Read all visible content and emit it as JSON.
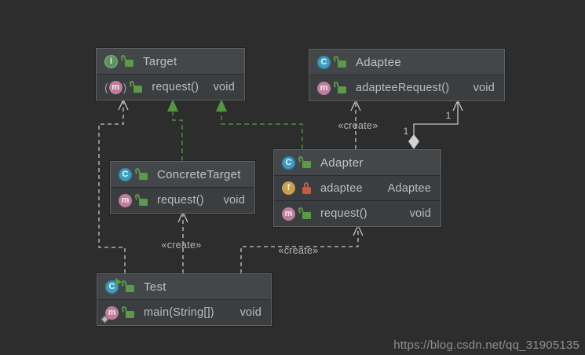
{
  "colors": {
    "background": "#2d2d2d",
    "box_fill": "#3a3e40",
    "box_header_fill": "#43474a",
    "box_border": "#606466",
    "implements_edge_green": "#4f8f3c",
    "dependency_edge_gray": "#c6c6c6",
    "text": "#bdc1c4"
  },
  "classes": {
    "target": {
      "icon": "interface-icon",
      "icon_letter": "I",
      "name": "Target",
      "members": [
        {
          "icon": "abstract-method-icon",
          "icon_letter": "m",
          "visibility": "public",
          "name": "request()",
          "type": "void"
        }
      ]
    },
    "adaptee": {
      "icon": "class-icon",
      "icon_letter": "C",
      "name": "Adaptee",
      "members": [
        {
          "icon": "method-icon",
          "icon_letter": "m",
          "visibility": "public",
          "name": "adapteeRequest()",
          "type": "void"
        }
      ]
    },
    "concrete_target": {
      "icon": "class-icon",
      "icon_letter": "C",
      "name": "ConcreteTarget",
      "members": [
        {
          "icon": "method-icon",
          "icon_letter": "m",
          "visibility": "public",
          "name": "request()",
          "type": "void"
        }
      ]
    },
    "adapter": {
      "icon": "class-icon",
      "icon_letter": "C",
      "name": "Adapter",
      "fields": [
        {
          "icon": "field-icon",
          "icon_letter": "f",
          "visibility": "private",
          "name": "adaptee",
          "type": "Adaptee"
        }
      ],
      "members": [
        {
          "icon": "method-icon",
          "icon_letter": "m",
          "visibility": "public",
          "name": "request()",
          "type": "void"
        }
      ]
    },
    "test": {
      "icon": "runnable-class-icon",
      "icon_letter": "C",
      "name": "Test",
      "members": [
        {
          "icon": "static-method-icon",
          "icon_letter": "m",
          "visibility": "public",
          "name": "main(String[])",
          "type": "void"
        }
      ]
    }
  },
  "edge_labels": {
    "adapter_creates_adaptee": "«create»",
    "test_creates_concrete_target": "«create»",
    "test_creates_adapter": "«create»",
    "adaptee_multiplicity_upper": "1",
    "adaptee_multiplicity_lower": "1"
  },
  "watermark": "https://blog.csdn.net/qq_31905135"
}
